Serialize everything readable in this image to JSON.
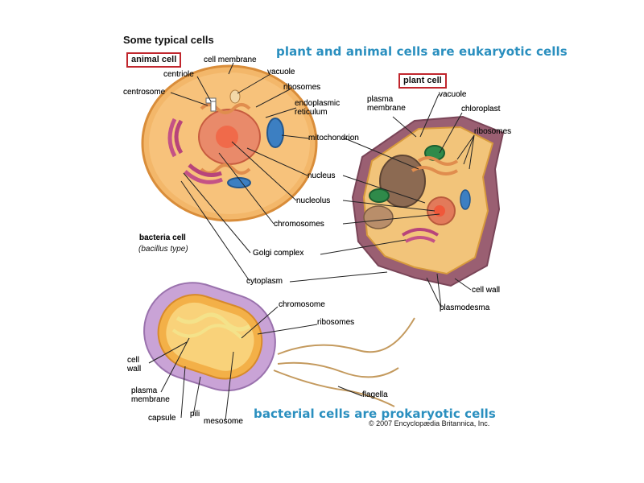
{
  "title": "Some typical cells",
  "animal_label": "animal cell",
  "plant_label": "plant cell",
  "headline_top": "plant and animal cells are eukaryotic cells",
  "headline_bottom": "bacterial cells are prokaryotic cells",
  "bacteria_label": "bacteria cell",
  "bacteria_sublabel": "(bacillus type)",
  "copyright": "© 2007 Encyclopædia Britannica, Inc.",
  "labels": {
    "cell_membrane": "cell membrane",
    "centriole": "centriole",
    "centrosome": "centrosome",
    "vacuole_animal": "vacuole",
    "ribosomes_animal": "ribosomes",
    "endoplasmic_reticulum": "endoplasmic reticulum",
    "mitochondrion": "mitochondrion",
    "nucleus": "nucleus",
    "nucleolus": "nucleolus",
    "chromosomes": "chromosomes",
    "golgi_complex": "Golgi complex",
    "cytoplasm": "cytoplasm",
    "plasma_membrane_plant": "plasma membrane",
    "vacuole_plant": "vacuole",
    "chloroplast": "chloroplast",
    "ribosomes_plant": "ribosomes",
    "cell_wall_plant": "cell wall",
    "plasmodesma": "plasmodesma",
    "chromosome_bact": "chromosome",
    "ribosomes_bact": "ribosomes",
    "cell_wall_bact": "cell wall",
    "plasma_membrane_bact": "plasma membrane",
    "capsule": "capsule",
    "pili": "pili",
    "mesosome": "mesosome",
    "flagella": "flagella"
  }
}
